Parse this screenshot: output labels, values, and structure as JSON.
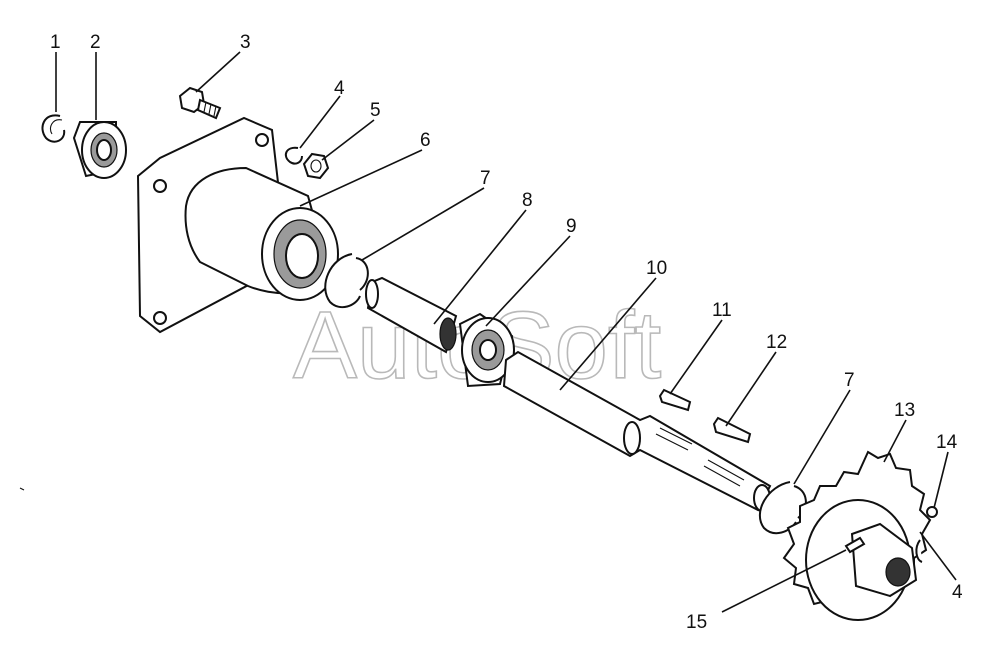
{
  "watermark": "AutoSoft",
  "callouts": [
    {
      "id": "c1",
      "label": "1"
    },
    {
      "id": "c2",
      "label": "2"
    },
    {
      "id": "c3",
      "label": "3"
    },
    {
      "id": "c4a",
      "label": "4"
    },
    {
      "id": "c5",
      "label": "5"
    },
    {
      "id": "c6",
      "label": "6"
    },
    {
      "id": "c7a",
      "label": "7"
    },
    {
      "id": "c8",
      "label": "8"
    },
    {
      "id": "c9",
      "label": "9"
    },
    {
      "id": "c10",
      "label": "10"
    },
    {
      "id": "c11",
      "label": "11"
    },
    {
      "id": "c12",
      "label": "12"
    },
    {
      "id": "c7b",
      "label": "7"
    },
    {
      "id": "c13",
      "label": "13"
    },
    {
      "id": "c14",
      "label": "14"
    },
    {
      "id": "c4b",
      "label": "4"
    },
    {
      "id": "c15",
      "label": "15"
    }
  ]
}
